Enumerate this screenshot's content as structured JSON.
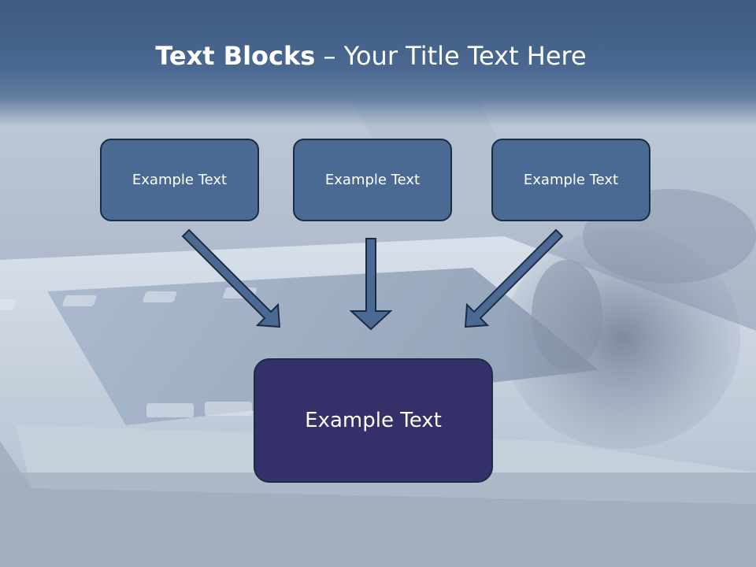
{
  "slide": {
    "title_bold": "Text Blocks",
    "title_rest": " – Your Title Text Here"
  },
  "blocks": [
    {
      "label": "Example Text"
    },
    {
      "label": "Example Text"
    },
    {
      "label": "Example Text"
    }
  ],
  "target": {
    "label": "Example Text"
  },
  "colors": {
    "header": "#4a6891",
    "small_box": "#4b6a93",
    "target_box": "#33306a",
    "arrow": "#4b6a93",
    "outline": "#1c2c44"
  }
}
